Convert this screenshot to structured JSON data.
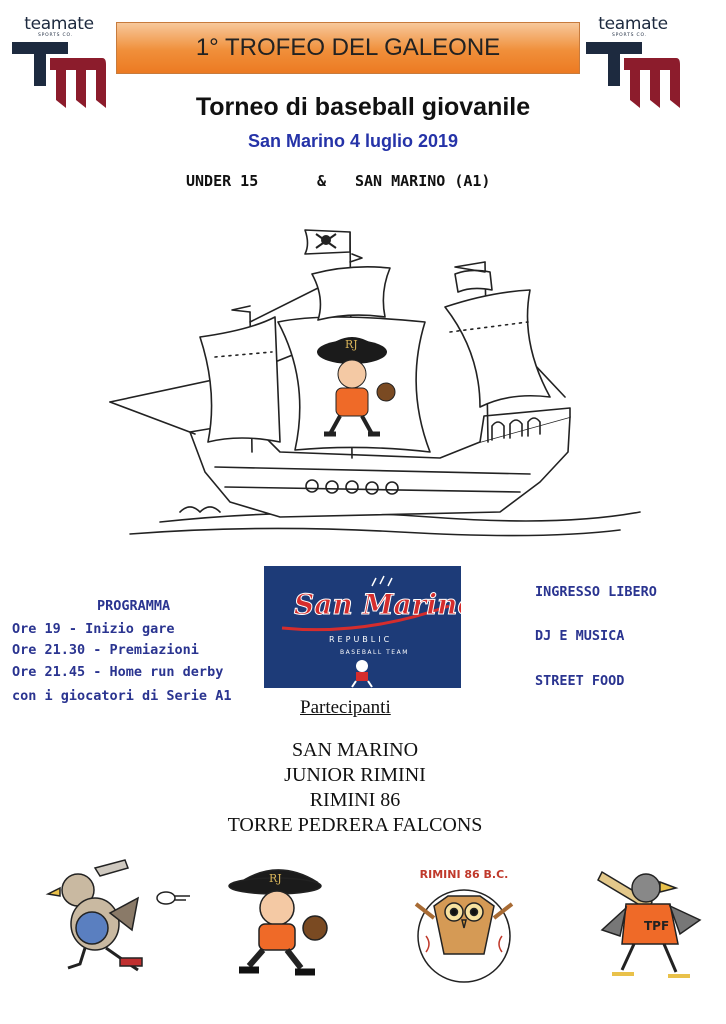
{
  "logos": {
    "brand_word": "teamate",
    "brand_sub": "SPORTS CO."
  },
  "banner": {
    "title": "1° TROFEO DEL GALEONE"
  },
  "headline": "Torneo di baseball giovanile",
  "date_line": "San Marino 4 luglio 2019",
  "categories": {
    "left": "UNDER 15",
    "amp": "&",
    "right": "SAN MARINO (A1)"
  },
  "programma": {
    "title": "PROGRAMMA",
    "lines": [
      "Ore 19 - Inizio gare",
      "Ore 21.30 - Premiazioni",
      "Ore 21.45 - Home run derby",
      "con i giocatori di Serie A1"
    ]
  },
  "center_logo": {
    "name": "San Marino",
    "sub1": "REPUBLIC",
    "sub2": "BASEBALL TEAM"
  },
  "extras": [
    "INGRESSO LIBERO",
    "DJ E MUSICA",
    "STREET FOOD"
  ],
  "partecipanti": {
    "title": "Partecipanti",
    "teams": [
      "SAN MARINO",
      "JUNIOR RIMINI",
      "RIMINI 86",
      "TORRE PEDRERA FALCONS"
    ]
  },
  "mascots": {
    "rimini_badge": "RIMINI 86 B.C.",
    "tpf_badge": "TPF",
    "pirate_hat": "RJ"
  },
  "colors": {
    "banner_orange": "#f08f3a",
    "date_blue": "#2533a8",
    "program_blue": "#2a3490",
    "logo_navy": "#1d2a3f",
    "logo_red": "#8c1c2c",
    "sm_box": "#1d3b78"
  }
}
